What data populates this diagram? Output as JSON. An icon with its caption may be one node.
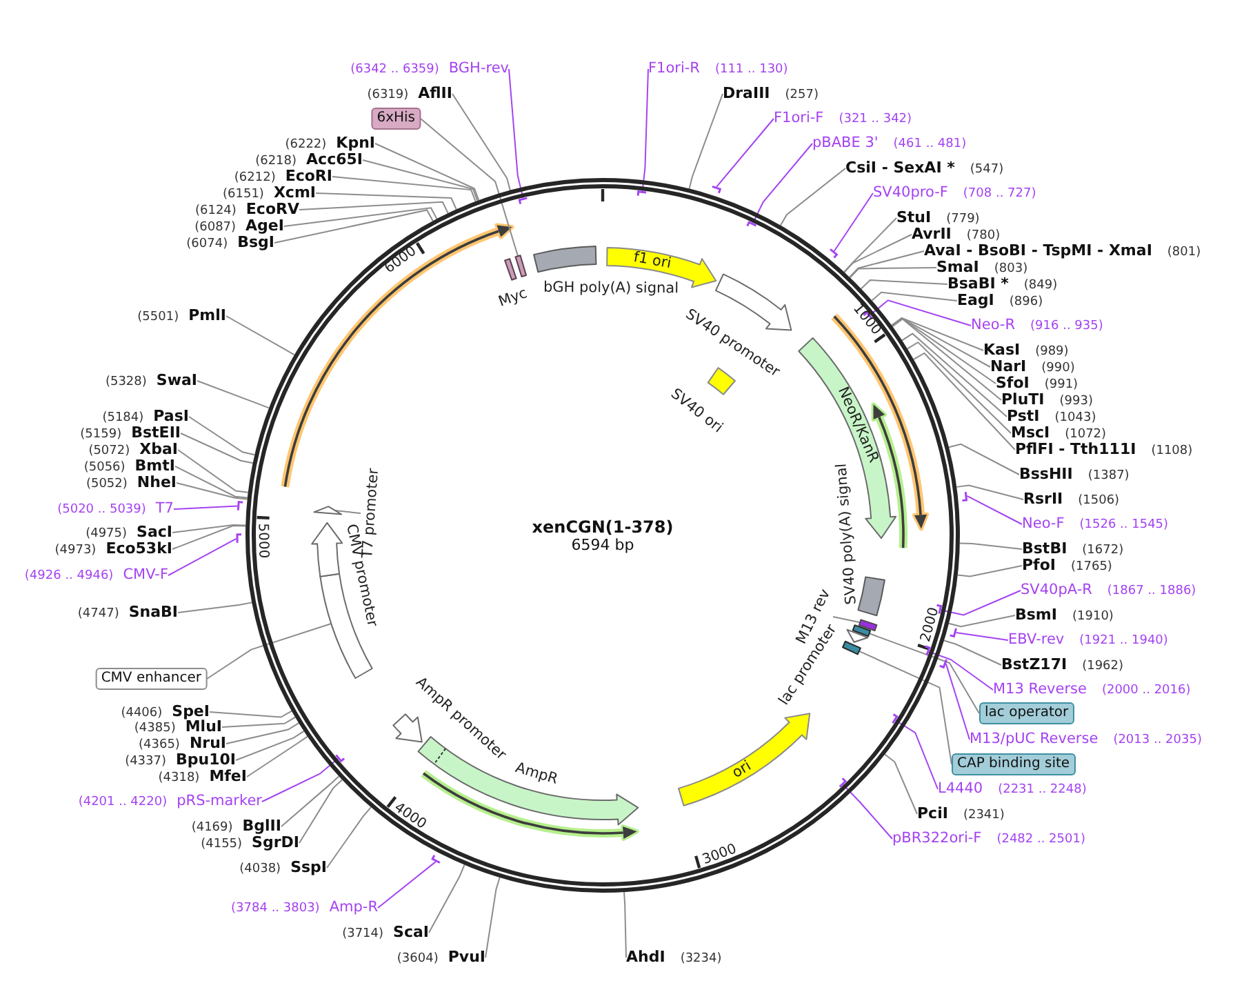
{
  "diagram": {
    "nodes": [
      {
        "text": [
          "xenCGN(1-378)",
          "6594 bp"
        ]
      },
      {
        "text": [
          "F1ori-R",
          "(111 .. 130)"
        ]
      },
      {
        "text": [
          "DraIII",
          "(257)"
        ]
      },
      {
        "text": [
          "F1ori-F",
          "(321 .. 342)"
        ]
      },
      {
        "text": [
          "pBABE 3'",
          "(461 .. 481)"
        ]
      },
      {
        "text": [
          "CsiI - SexAI *",
          "(547)"
        ]
      },
      {
        "text": [
          "SV40pro-F",
          "(708 .. 727)"
        ]
      },
      {
        "text": [
          "StuI",
          "(779)"
        ]
      },
      {
        "text": [
          "AvrII",
          "(780)"
        ]
      },
      {
        "text": [
          "AvaI - BsoBI - TspMI - XmaI",
          "(801)"
        ]
      },
      {
        "text": [
          "SmaI",
          "(803)"
        ]
      },
      {
        "text": [
          "BsaBI *",
          "(849)"
        ]
      },
      {
        "text": [
          "EagI",
          "(896)"
        ]
      },
      {
        "text": [
          "Neo-R",
          "(916 .. 935)"
        ]
      },
      {
        "text": [
          "KasI",
          "(989)"
        ]
      },
      {
        "text": [
          "NarI",
          "(990)"
        ]
      },
      {
        "text": [
          "SfoI",
          "(991)"
        ]
      },
      {
        "text": [
          "PluTI",
          "(993)"
        ]
      },
      {
        "text": [
          "PstI",
          "(1043)"
        ]
      },
      {
        "text": [
          "MscI",
          "(1072)"
        ]
      },
      {
        "text": [
          "PflFI - Tth111I",
          "(1108)"
        ]
      },
      {
        "text": [
          "BssHII",
          "(1387)"
        ]
      },
      {
        "text": [
          "RsrII",
          "(1506)"
        ]
      },
      {
        "text": [
          "Neo-F",
          "(1526 .. 1545)"
        ]
      },
      {
        "text": [
          "BstBI",
          "(1672)"
        ]
      },
      {
        "text": [
          "PfoI",
          "(1765)"
        ]
      },
      {
        "text": [
          "SV40pA-R",
          "(1867 .. 1886)"
        ]
      },
      {
        "text": [
          "BsmI",
          "(1910)"
        ]
      },
      {
        "text": [
          "EBV-rev",
          "(1921 .. 1940)"
        ]
      },
      {
        "text": [
          "BstZ17I",
          "(1962)"
        ]
      },
      {
        "text": [
          "M13 Reverse",
          "(2000 .. 2016)"
        ]
      },
      {
        "text": [
          "lac operator"
        ]
      },
      {
        "text": [
          "M13/pUC Reverse",
          "(2013 .. 2035)"
        ]
      },
      {
        "text": [
          "CAP binding site"
        ]
      },
      {
        "text": [
          "L4440",
          "(2231 .. 2248)"
        ]
      },
      {
        "text": [
          "PciI",
          "(2341)"
        ]
      },
      {
        "text": [
          "pBR322ori-F",
          "(2482 .. 2501)"
        ]
      },
      {
        "text": [
          "AhdI",
          "(3234)"
        ]
      },
      {
        "text": [
          "(3604)",
          "PvuI"
        ]
      },
      {
        "text": [
          "(3714)",
          "ScaI"
        ]
      },
      {
        "text": [
          "(3784 .. 3803)",
          "Amp-R"
        ]
      },
      {
        "text": [
          "(4038)",
          "SspI"
        ]
      },
      {
        "text": [
          "(4155)",
          "SgrDI"
        ]
      },
      {
        "text": [
          "(4169)",
          "BglII"
        ]
      },
      {
        "text": [
          "(4201 .. 4220)",
          "pRS-marker"
        ]
      },
      {
        "text": [
          "(4318)",
          "MfeI"
        ]
      },
      {
        "text": [
          "(4337)",
          "Bpu10I"
        ]
      },
      {
        "text": [
          "(4365)",
          "NruI"
        ]
      },
      {
        "text": [
          "(4385)",
          "MluI"
        ]
      },
      {
        "text": [
          "(4406)",
          "SpeI"
        ]
      },
      {
        "text": [
          "CMV enhancer"
        ]
      },
      {
        "text": [
          "(4747)",
          "SnaBI"
        ]
      },
      {
        "text": [
          "(4926 .. 4946)",
          "CMV-F"
        ]
      },
      {
        "text": [
          "(4973)",
          "Eco53kI"
        ]
      },
      {
        "text": [
          "(4975)",
          "SacI"
        ]
      },
      {
        "text": [
          "(5020 .. 5039)",
          "T7"
        ]
      },
      {
        "text": [
          "(5052)",
          "NheI"
        ]
      },
      {
        "text": [
          "(5056)",
          "BmtI"
        ]
      },
      {
        "text": [
          "(5072)",
          "XbaI"
        ]
      },
      {
        "text": [
          "(5159)",
          "BstEII"
        ]
      },
      {
        "text": [
          "(5184)",
          "PasI"
        ]
      },
      {
        "text": [
          "(5328)",
          "SwaI"
        ]
      },
      {
        "text": [
          "(5501)",
          "PmlI"
        ]
      },
      {
        "text": [
          "(6074)",
          "BsgI"
        ]
      },
      {
        "text": [
          "(6087)",
          "AgeI"
        ]
      },
      {
        "text": [
          "(6124)",
          "EcoRV"
        ]
      },
      {
        "text": [
          "(6151)",
          "XcmI"
        ]
      },
      {
        "text": [
          "(6212)",
          "EcoRI"
        ]
      },
      {
        "text": [
          "(6218)",
          "Acc65I"
        ]
      },
      {
        "text": [
          "(6222)",
          "KpnI"
        ]
      },
      {
        "text": [
          "6xHis"
        ]
      },
      {
        "text": [
          "(6319)",
          "AflII"
        ]
      },
      {
        "text": [
          "(6342 .. 6359)",
          "BGH-rev"
        ]
      },
      {
        "text": [
          "f1 ori"
        ],
        "in": 0
      },
      {
        "text": [],
        "shape": "arrow",
        "beside": [
          "SV40 promoter"
        ],
        "in": 0
      },
      {
        "text": [],
        "shape": "box",
        "beside": [
          "SV40 ori"
        ],
        "in": 0
      },
      {
        "text": [
          "NeoR/KanR"
        ],
        "in": 0
      },
      {
        "text": [],
        "shape": "box",
        "beside": [
          "SV40 poly(A) signal"
        ],
        "in": 0
      },
      {
        "text": [
          "M13 rev"
        ],
        "in": 0
      },
      {
        "text": [],
        "shape": "box",
        "in": 0
      },
      {
        "text": [],
        "shape": "box",
        "in": 0
      },
      {
        "text": [],
        "shape": "arrow",
        "in": 0
      },
      {
        "text": [],
        "shape": "box",
        "in": 0
      },
      {
        "text": [
          "ori"
        ],
        "in": 0
      },
      {
        "text": [],
        "shape": "arrow",
        "beside": [
          "AmpR"
        ],
        "in": 0
      },
      {
        "text": [],
        "shape": "arrow",
        "beside": [
          "AmpR promoter"
        ],
        "in": 0
      },
      {
        "text": [],
        "shape": "box",
        "in": 0
      },
      {
        "text": [],
        "shape": "arrow",
        "beside": [
          "CMV promoter"
        ],
        "in": 0
      },
      {
        "text": [
          "T7 promoter"
        ],
        "in": 0
      },
      {
        "text": [],
        "shape": "arrow",
        "in": 0
      },
      {
        "text": [],
        "shape": "box",
        "beside": [
          "Myc"
        ],
        "in": 0
      },
      {
        "text": [],
        "shape": "box",
        "in": 0
      },
      {
        "text": [],
        "shape": "box",
        "beside": [
          "bGH poly(A) signal"
        ],
        "in": 0
      },
      {
        "text": [],
        "shape": "bar",
        "in": 0
      },
      {
        "text": [],
        "shape": "bar"
      },
      {
        "text": [],
        "shape": "bar",
        "in": 0
      },
      {
        "text": [],
        "shape": "bar"
      },
      {
        "text": [],
        "shape": "bar",
        "in": 0
      },
      {
        "text": [],
        "shape": "bar"
      },
      {
        "text": [],
        "shape": "bar",
        "in": 0
      },
      {
        "text": [],
        "shape": "bar"
      },
      {
        "text": [],
        "shape": "bar",
        "in": 0
      },
      {
        "text": [],
        "shape": "bar"
      },
      {
        "text": [],
        "shape": "bar",
        "in": 0
      },
      {
        "text": [],
        "shape": "bar",
        "in": 0
      },
      {
        "text": [],
        "shape": "bar"
      },
      {
        "text": [],
        "shape": "bar",
        "in": 0
      },
      {
        "text": [],
        "shape": "bar"
      },
      {
        "text": [],
        "shape": "bar"
      },
      {
        "text": [],
        "shape": "bar",
        "in": 0
      }
    ],
    "edges": [
      {
        "from": 1,
        "to": 93,
        "arrow": "none",
        "color": "#a443f2"
      },
      {
        "from": 2,
        "to": 0,
        "arrow": "none"
      },
      {
        "from": 3,
        "to": 94,
        "arrow": "none",
        "color": "#a443f2"
      },
      {
        "from": 4,
        "to": 95,
        "arrow": "none",
        "color": "#a443f2"
      },
      {
        "from": 5,
        "to": 0,
        "arrow": "none"
      },
      {
        "from": 6,
        "to": 96,
        "arrow": "none",
        "color": "#a443f2"
      },
      {
        "from": 7,
        "to": 0,
        "arrow": "none"
      },
      {
        "from": 8,
        "to": 0,
        "arrow": "none"
      },
      {
        "from": 9,
        "to": 0,
        "arrow": "none"
      },
      {
        "from": 10,
        "to": 0,
        "arrow": "none"
      },
      {
        "from": 11,
        "to": 0,
        "arrow": "none"
      },
      {
        "from": 12,
        "to": 0,
        "arrow": "none"
      },
      {
        "from": 13,
        "to": 97,
        "arrow": "none",
        "color": "#a443f2"
      },
      {
        "from": 14,
        "to": 0,
        "arrow": "none"
      },
      {
        "from": 15,
        "to": 0,
        "arrow": "none"
      },
      {
        "from": 16,
        "to": 0,
        "arrow": "none"
      },
      {
        "from": 17,
        "to": 0,
        "arrow": "none"
      },
      {
        "from": 18,
        "to": 0,
        "arrow": "none"
      },
      {
        "from": 19,
        "to": 0,
        "arrow": "none"
      },
      {
        "from": 20,
        "to": 0,
        "arrow": "none"
      },
      {
        "from": 21,
        "to": 0,
        "arrow": "none"
      },
      {
        "from": 22,
        "to": 0,
        "arrow": "none"
      },
      {
        "from": 23,
        "to": 98,
        "arrow": "none",
        "color": "#a443f2"
      },
      {
        "from": 24,
        "to": 0,
        "arrow": "none"
      },
      {
        "from": 25,
        "to": 0,
        "arrow": "none"
      },
      {
        "from": 26,
        "to": 99,
        "arrow": "none",
        "color": "#a443f2"
      },
      {
        "from": 27,
        "to": 0,
        "arrow": "none"
      },
      {
        "from": 28,
        "to": 100,
        "arrow": "none",
        "color": "#a443f2"
      },
      {
        "from": 29,
        "to": 0,
        "arrow": "none"
      },
      {
        "from": 30,
        "to": 101,
        "arrow": "none",
        "color": "#a443f2"
      },
      {
        "from": 31,
        "to": 80,
        "arrow": "none"
      },
      {
        "from": 32,
        "to": 102,
        "arrow": "none",
        "color": "#a443f2"
      },
      {
        "from": 33,
        "to": 82,
        "arrow": "none"
      },
      {
        "from": 34,
        "to": 103,
        "arrow": "none",
        "color": "#a443f2"
      },
      {
        "from": 35,
        "to": 0,
        "arrow": "none"
      },
      {
        "from": 36,
        "to": 104,
        "arrow": "none",
        "color": "#a443f2"
      },
      {
        "from": 37,
        "to": 0,
        "arrow": "none"
      },
      {
        "from": 38,
        "to": 0,
        "arrow": "none"
      },
      {
        "from": 39,
        "to": 0,
        "arrow": "none"
      },
      {
        "from": 40,
        "to": 105,
        "arrow": "none",
        "color": "#a443f2"
      },
      {
        "from": 41,
        "to": 0,
        "arrow": "none"
      },
      {
        "from": 42,
        "to": 0,
        "arrow": "none"
      },
      {
        "from": 43,
        "to": 0,
        "arrow": "none"
      },
      {
        "from": 44,
        "to": 106,
        "arrow": "none",
        "color": "#a443f2"
      },
      {
        "from": 45,
        "to": 0,
        "arrow": "none"
      },
      {
        "from": 46,
        "to": 0,
        "arrow": "none"
      },
      {
        "from": 47,
        "to": 0,
        "arrow": "none"
      },
      {
        "from": 48,
        "to": 0,
        "arrow": "none"
      },
      {
        "from": 49,
        "to": 0,
        "arrow": "none"
      },
      {
        "from": 50,
        "to": 86,
        "arrow": "none"
      },
      {
        "from": 51,
        "to": 0,
        "arrow": "none"
      },
      {
        "from": 52,
        "to": 107,
        "arrow": "none",
        "color": "#a443f2"
      },
      {
        "from": 53,
        "to": 0,
        "arrow": "none"
      },
      {
        "from": 54,
        "to": 0,
        "arrow": "none"
      },
      {
        "from": 55,
        "to": 108,
        "arrow": "none",
        "color": "#a443f2"
      },
      {
        "from": 56,
        "to": 0,
        "arrow": "none"
      },
      {
        "from": 57,
        "to": 0,
        "arrow": "none"
      },
      {
        "from": 58,
        "to": 0,
        "arrow": "none"
      },
      {
        "from": 59,
        "to": 0,
        "arrow": "none"
      },
      {
        "from": 60,
        "to": 0,
        "arrow": "none"
      },
      {
        "from": 61,
        "to": 0,
        "arrow": "none"
      },
      {
        "from": 62,
        "to": 0,
        "arrow": "none"
      },
      {
        "from": 63,
        "to": 0,
        "arrow": "none"
      },
      {
        "from": 64,
        "to": 0,
        "arrow": "none"
      },
      {
        "from": 65,
        "to": 0,
        "arrow": "none"
      },
      {
        "from": 66,
        "to": 0,
        "arrow": "none"
      },
      {
        "from": 67,
        "to": 0,
        "arrow": "none"
      },
      {
        "from": 68,
        "to": 0,
        "arrow": "none"
      },
      {
        "from": 69,
        "to": 0,
        "arrow": "none"
      },
      {
        "from": 70,
        "to": 91,
        "arrow": "none"
      },
      {
        "from": 71,
        "to": 0,
        "arrow": "none"
      },
      {
        "from": 72,
        "to": 109,
        "arrow": "none",
        "color": "#a443f2"
      },
      {
        "from": 78,
        "to": 79,
        "arrow": "none"
      },
      {
        "from": 88,
        "to": 89,
        "arrow": "none"
      }
    ],
    "labels": [
      "1000",
      "2000",
      "3000",
      "4000",
      "5000",
      "6000",
      "lac promoter"
    ]
  }
}
